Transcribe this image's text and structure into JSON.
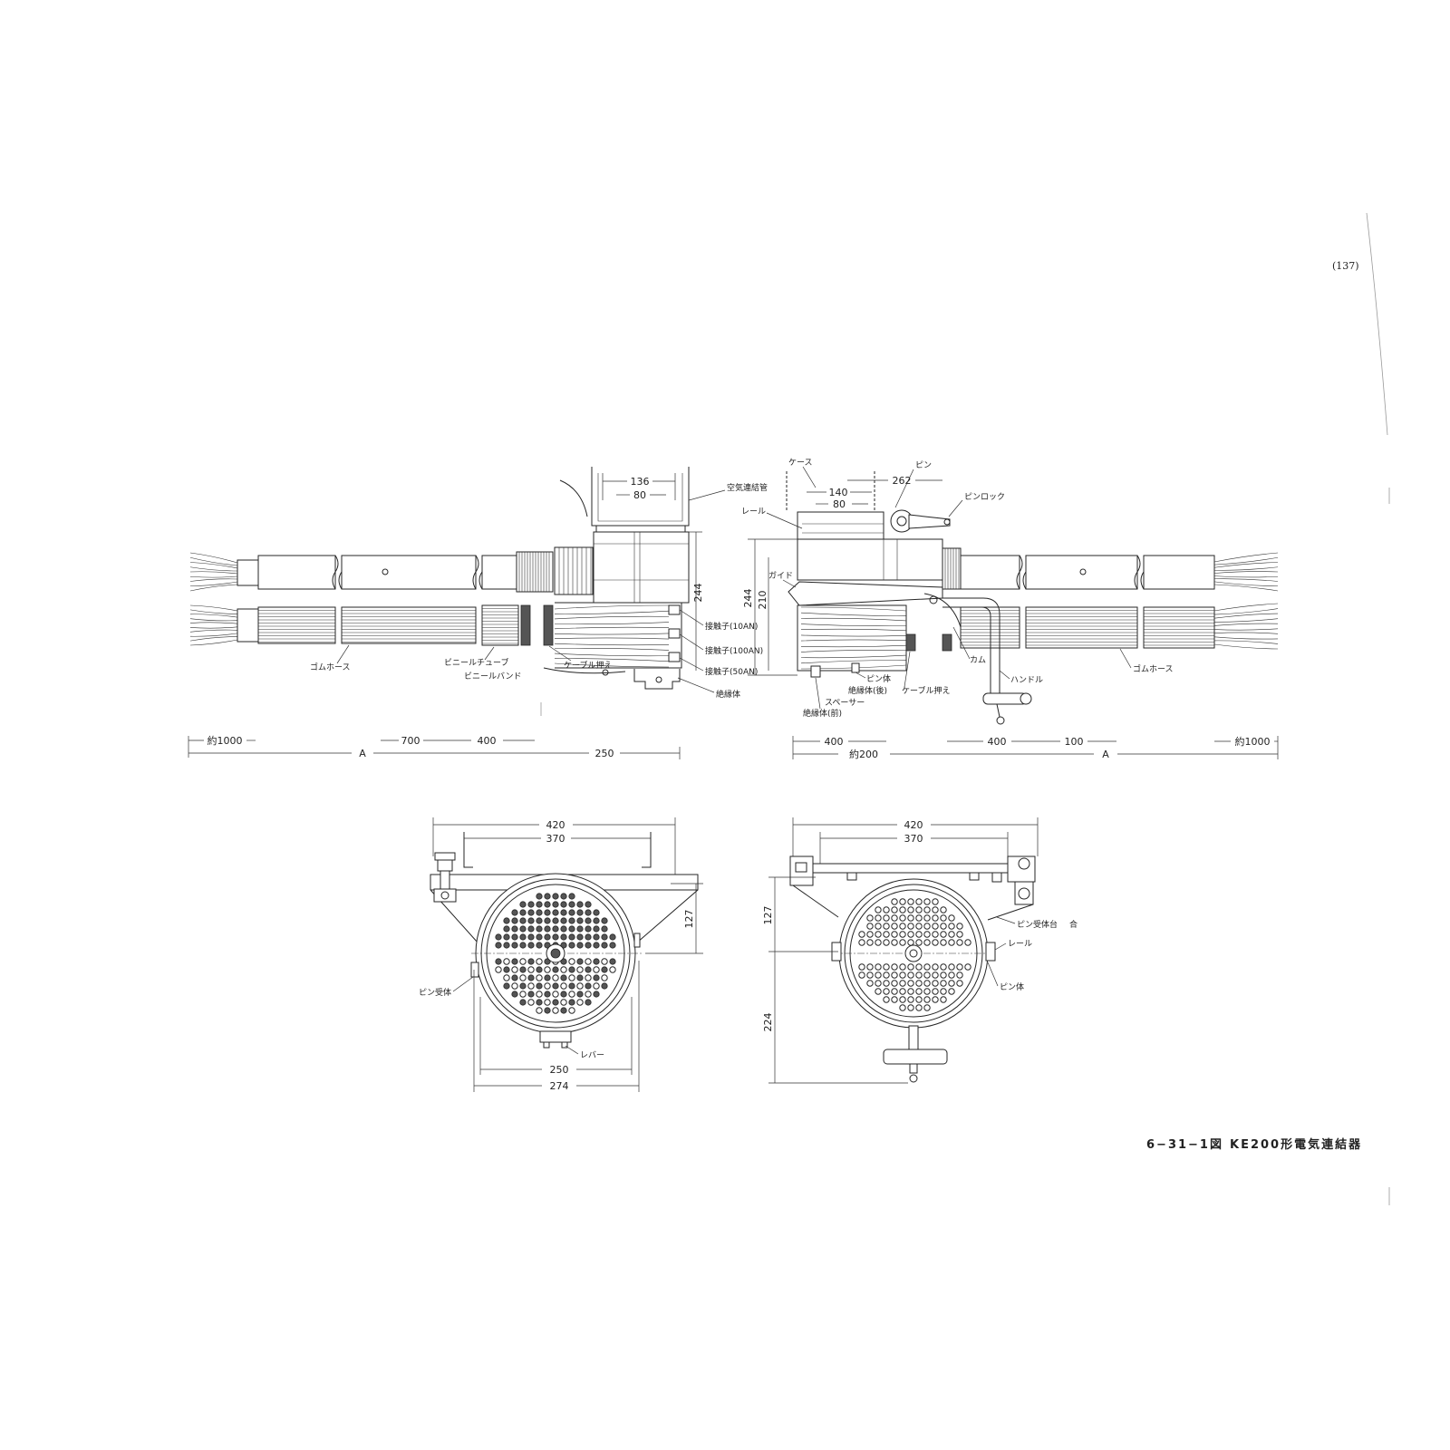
{
  "page_number": "(137)",
  "caption": {
    "figure": "6−31−1図",
    "title": "KE200形電気連結器"
  },
  "left_side_view": {
    "dim_top_outer": "136",
    "dim_top_inner": "80",
    "dim_height": "244",
    "dim_overall": "約1000",
    "dim_a": "A",
    "dim_700": "700",
    "dim_400": "400",
    "dim_250": "250",
    "label_air_pipe": "空気連結管",
    "label_contact_10": "接触子(10AN)",
    "label_contact_100": "接触子(100AN)",
    "label_contact_50": "接触子(50AN)",
    "label_insulator": "絶縁体",
    "label_rubber_hose": "ゴムホース",
    "label_vinyl_tube": "ビニールチューブ",
    "label_vinyl_band": "ビニールバンド",
    "label_cable_clamp": "ケーブル押え"
  },
  "right_side_view": {
    "dim_140": "140",
    "dim_262": "262",
    "dim_80": "80",
    "dim_244": "244",
    "dim_210": "210",
    "dim_400_left": "400",
    "dim_200": "約200",
    "dim_400_right": "400",
    "dim_100": "100",
    "dim_a": "A",
    "dim_overall": "約1000",
    "label_case": "ケース",
    "label_pin": "ピン",
    "label_pin_lock": "ピンロック",
    "label_rail": "レール",
    "label_guide": "ガイド",
    "label_cam": "カム",
    "label_handle": "ハンドル",
    "label_pin_body": "ピン体",
    "label_insulator_rear": "絶縁体(後)",
    "label_spacer": "スペーサー",
    "label_insulator_front": "絶縁体(前)",
    "label_cable_clamp": "ケーブル押え",
    "label_rubber_hose": "ゴムホース"
  },
  "left_front_view": {
    "dim_420": "420",
    "dim_370": "370",
    "dim_127": "127",
    "dim_250": "250",
    "dim_274": "274",
    "label_pin_holder": "ピン受体",
    "label_lever": "レバー"
  },
  "right_front_view": {
    "dim_420": "420",
    "dim_370": "370",
    "dim_127": "127",
    "dim_224": "224",
    "label_pin_holder_base": "ピン受体台",
    "label_mark": "合",
    "label_rail": "レール",
    "label_pin_body": "ピン体"
  }
}
